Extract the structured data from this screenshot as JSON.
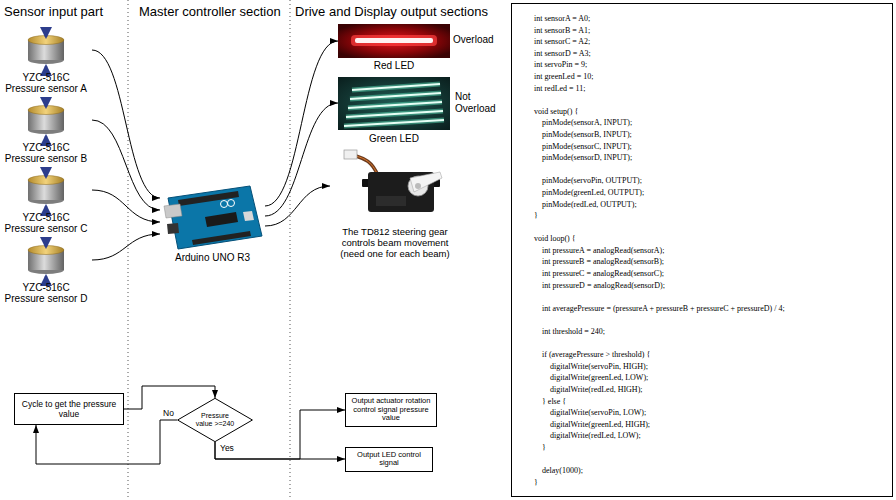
{
  "diagram": {
    "nodes": [
      {
        "text": [
          "YZC-516C",
          "Pressure sensor A"
        ]
      },
      {
        "text": [
          "YZC-516C",
          "Pressure sensor B"
        ]
      },
      {
        "text": [
          "YZC-516C",
          "Pressure sensor C"
        ]
      },
      {
        "text": [
          "YZC-516C",
          "Pressure sensor D"
        ]
      },
      {
        "text": [
          "Arduino UNO R3"
        ]
      },
      {
        "text": [
          "Red LED"
        ]
      },
      {
        "text": [
          "Green LED"
        ]
      },
      {
        "text": [
          "The TD812 steering gear controls beam movement (need one for each beam)"
        ]
      },
      {
        "text": [
          "Cycle to get the pressure value"
        ]
      },
      {
        "text": [
          "Pressure value >=240"
        ]
      },
      {
        "text": [
          "Output actuator rotation control signal pressure value"
        ]
      },
      {
        "text": [
          "Output LED control signal"
        ]
      },
      {
        "text": [
          "int sensorA = A0;",
          "int sensorB = A1;",
          "int sensorC = A2;",
          "int sensorD = A3;",
          "int servoPin = 9;",
          "int greenLed = 10;",
          "int redLed = 11;",
          "void setup() {",
          "    pinMode(sensorA, INPUT);",
          "    pinMode(sensorB, INPUT);",
          "    pinMode(sensorC, INPUT);",
          "    pinMode(sensorD, INPUT);",
          "    pinMode(servoPin, OUTPUT);",
          "    pinMode(greenLed, OUTPUT);",
          "    pinMode(redLed, OUTPUT);",
          "}",
          "void loop() {",
          "    int pressureA = analogRead(sensorA);",
          "    int pressureB = analogRead(sensorB);",
          "    int pressureC = analogRead(sensorC);",
          "    int pressureD = analogRead(sensorD);",
          "    int averagePressure = (pressureA + pressureB + pressureC + pressureD) / 4;",
          "    int threshold = 240;",
          "    if (averagePressure > threshold) {",
          "        digitalWrite(servoPin, HIGH);",
          "        digitalWrite(greenLed, LOW);",
          "        digitalWrite(redLed, HIGH);",
          "    } else {",
          "        digitalWrite(servoPin, LOW);",
          "        digitalWrite(greenLed, HIGH);",
          "        digitalWrite(redLed, LOW);",
          "    }",
          "    delay(1000);",
          "}"
        ]
      }
    ],
    "edges": [
      {
        "from": 0,
        "to": 4,
        "arrow": "to"
      },
      {
        "from": 1,
        "to": 4,
        "arrow": "to"
      },
      {
        "from": 2,
        "to": 4,
        "arrow": "to"
      },
      {
        "from": 3,
        "to": 4,
        "arrow": "to"
      },
      {
        "from": 4,
        "to": 5,
        "arrow": "to"
      },
      {
        "from": 4,
        "to": 6,
        "arrow": "to"
      },
      {
        "from": 4,
        "to": 7,
        "arrow": "to"
      },
      {
        "from": 8,
        "to": 9,
        "arrow": "to"
      },
      {
        "from": 9,
        "to": 8,
        "label": "No",
        "arrow": "to"
      },
      {
        "from": 9,
        "to": 10,
        "arrow": "to"
      },
      {
        "from": 9,
        "to": 11,
        "label": "Yes",
        "arrow": "to"
      }
    ],
    "labels": [
      "Sensor input part",
      "Master controller section",
      "Drive and Display output sections",
      "Overload",
      "Not Overload"
    ]
  }
}
